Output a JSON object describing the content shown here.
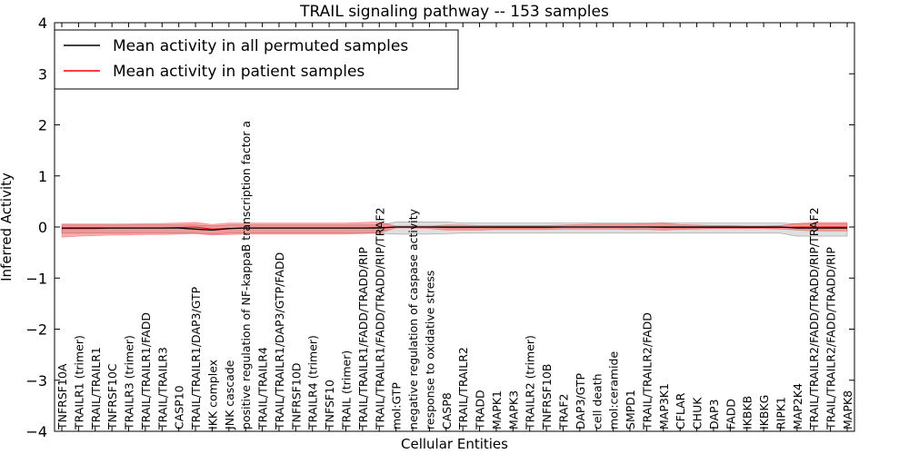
{
  "chart_data": {
    "type": "line",
    "title": "TRAIL signaling pathway -- 153 samples",
    "xlabel": "Cellular Entities",
    "ylabel": "Inferred Activity",
    "ylim": [
      -4,
      4
    ],
    "yticks": [
      "4",
      "3",
      "2",
      "1",
      "0",
      "−1",
      "−2",
      "−3",
      "−4"
    ],
    "ytick_values": [
      4,
      3,
      2,
      1,
      0,
      -1,
      -2,
      -3,
      -4
    ],
    "legend": {
      "location": "upper-left",
      "entries": [
        {
          "label": "Mean activity in all permuted samples",
          "color": "#000000"
        },
        {
          "label": "Mean activity in patient samples",
          "color": "#ff0000"
        }
      ]
    },
    "categories": [
      "TNFRSF10A",
      "TRAILR1 (trimer)",
      "TRAIL/TRAILR1",
      "TNFRSF10C",
      "TRAILR3 (trimer)",
      "TRAIL/TRAILR1/FADD",
      "TRAIL/TRAILR3",
      "CASP10",
      "TRAIL/TRAILR1/DAP3/GTP",
      "IKK complex",
      "JNK cascade",
      "positive regulation of NF-kappaB transcription factor a",
      "TRAIL/TRAILR4",
      "TRAIL/TRAILR1/DAP3/GTP/FADD",
      "TNFRSF10D",
      "TRAILR4 (trimer)",
      "TNFSF10",
      "TRAIL (trimer)",
      "TRAIL/TRAILR1/FADD/TRADD/RIP",
      "TRAIL/TRAILR1/FADD/TRADD/RIP/TRAF2",
      "mol:GTP",
      "negative regulation of caspase activity",
      "response to oxidative stress",
      "CASP8",
      "TRAIL/TRAILR2",
      "TRADD",
      "MAPK1",
      "MAPK3",
      "TRAILR2 (trimer)",
      "TNFRSF10B",
      "TRAF2",
      "DAP3/GTP",
      "cell death",
      "mol:ceramide",
      "SMPD1",
      "TRAIL/TRAILR2/FADD",
      "MAP3K1",
      "CFLAR",
      "CHUK",
      "DAP3",
      "FADD",
      "IKBKB",
      "IKBKG",
      "RIPK1",
      "MAP2K4",
      "TRAIL/TRAILR2/FADD/TRADD/RIP/TRAF2",
      "TRAIL/TRAILR2/FADD/TRADD/RIP",
      "MAPK8"
    ],
    "series": [
      {
        "name": "Mean activity in all permuted samples",
        "color": "#000000",
        "values": [
          -0.02,
          -0.02,
          -0.02,
          -0.02,
          -0.02,
          -0.02,
          -0.02,
          -0.02,
          -0.04,
          -0.06,
          -0.03,
          -0.02,
          -0.02,
          -0.02,
          -0.02,
          -0.02,
          -0.02,
          -0.02,
          -0.02,
          -0.02,
          0,
          0,
          0,
          0,
          0,
          0,
          0,
          0,
          0,
          0,
          0,
          0,
          0,
          0,
          0,
          0,
          0,
          0,
          0,
          0,
          0,
          0,
          0,
          0,
          -0.02,
          -0.02,
          -0.02,
          -0.02
        ],
        "band_upper": [
          0.04,
          0.04,
          0.04,
          0.04,
          0.04,
          0.04,
          0.04,
          0.04,
          0.04,
          0.02,
          0.04,
          0.04,
          0.04,
          0.04,
          0.04,
          0.04,
          0.04,
          0.04,
          0.04,
          0.04,
          0.1,
          0.1,
          0.1,
          0.1,
          0.08,
          0.08,
          0.08,
          0.08,
          0.08,
          0.08,
          0.08,
          0.08,
          0.08,
          0.08,
          0.08,
          0.08,
          0.08,
          0.08,
          0.08,
          0.08,
          0.08,
          0.08,
          0.08,
          0.08,
          0.06,
          0.06,
          0.06,
          0.06
        ],
        "band_lower": [
          -0.12,
          -0.12,
          -0.12,
          -0.12,
          -0.12,
          -0.12,
          -0.12,
          -0.12,
          -0.12,
          -0.14,
          -0.12,
          -0.12,
          -0.12,
          -0.12,
          -0.12,
          -0.12,
          -0.12,
          -0.12,
          -0.12,
          -0.12,
          -0.14,
          -0.14,
          -0.14,
          -0.13,
          -0.12,
          -0.12,
          -0.12,
          -0.12,
          -0.12,
          -0.12,
          -0.12,
          -0.12,
          -0.12,
          -0.12,
          -0.12,
          -0.12,
          -0.12,
          -0.12,
          -0.12,
          -0.12,
          -0.12,
          -0.12,
          -0.12,
          -0.12,
          -0.18,
          -0.18,
          -0.18,
          -0.18
        ]
      },
      {
        "name": "Mean activity in patient samples",
        "color": "#ff0000",
        "values": [
          -0.03,
          -0.03,
          -0.03,
          -0.02,
          -0.02,
          -0.02,
          -0.02,
          -0.01,
          0,
          -0.04,
          -0.03,
          -0.02,
          -0.02,
          -0.02,
          -0.02,
          -0.02,
          -0.02,
          -0.02,
          -0.02,
          -0.01,
          0,
          0,
          0,
          -0.01,
          -0.01,
          -0.01,
          -0.01,
          -0.01,
          -0.01,
          -0.01,
          0,
          0,
          0,
          0,
          0,
          0,
          -0.01,
          -0.01,
          -0.01,
          -0.01,
          -0.01,
          -0.01,
          -0.01,
          -0.01,
          0,
          0,
          0,
          0
        ],
        "band_upper": [
          0.06,
          0.06,
          0.06,
          0.06,
          0.06,
          0.07,
          0.07,
          0.08,
          0.09,
          0.05,
          0.08,
          0.08,
          0.08,
          0.08,
          0.08,
          0.08,
          0.08,
          0.08,
          0.09,
          0.1,
          0.02,
          0.02,
          0.02,
          0.04,
          0.04,
          0.03,
          0.03,
          0.03,
          0.03,
          0.03,
          0.04,
          0.05,
          0.06,
          0.06,
          0.06,
          0.07,
          0.08,
          0.05,
          0.04,
          0.03,
          0.03,
          0.02,
          0.02,
          0.03,
          0.07,
          0.09,
          0.09,
          0.09
        ],
        "band_lower": [
          -0.2,
          -0.18,
          -0.17,
          -0.16,
          -0.16,
          -0.15,
          -0.15,
          -0.14,
          -0.13,
          -0.16,
          -0.15,
          -0.14,
          -0.14,
          -0.14,
          -0.14,
          -0.14,
          -0.14,
          -0.14,
          -0.13,
          -0.12,
          -0.02,
          -0.02,
          -0.03,
          -0.06,
          -0.06,
          -0.06,
          -0.05,
          -0.05,
          -0.05,
          -0.05,
          -0.04,
          -0.04,
          -0.04,
          -0.04,
          -0.05,
          -0.05,
          -0.06,
          -0.05,
          -0.04,
          -0.03,
          -0.03,
          -0.03,
          -0.03,
          -0.04,
          -0.06,
          -0.08,
          -0.08,
          -0.08
        ]
      }
    ],
    "grid": false
  }
}
